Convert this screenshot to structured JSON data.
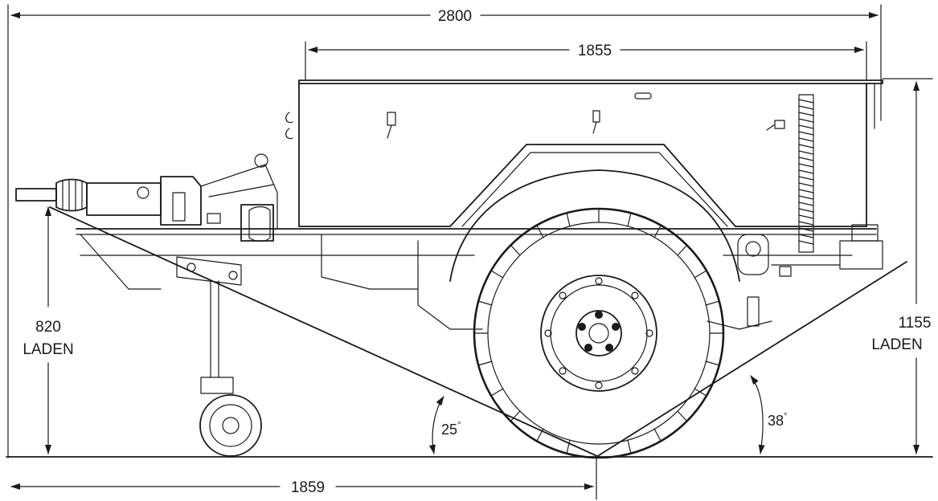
{
  "dimensions": {
    "overall_length": "2800",
    "body_length": "1855",
    "front_to_axle": "1859",
    "height_front": "820",
    "height_front_note": "LADEN",
    "height_rear": "1155",
    "height_rear_note": "LADEN"
  },
  "angles": {
    "approach": "25",
    "departure": "38",
    "degree_mark": "°"
  }
}
